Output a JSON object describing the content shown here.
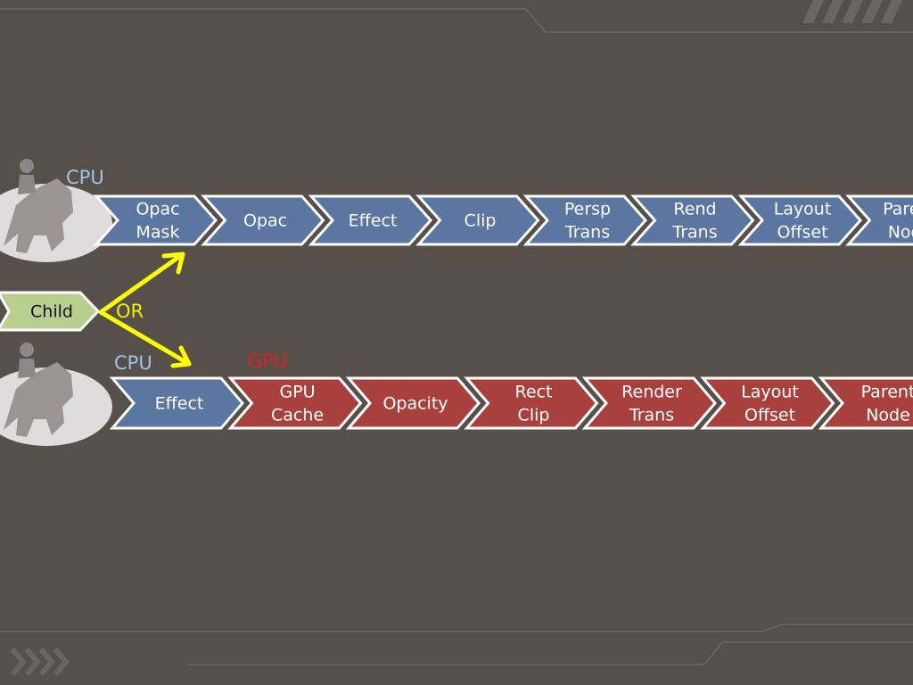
{
  "labels": {
    "cpu_top": "CPU",
    "cpu_bottom": "CPU",
    "gpu": "GPU",
    "or": "OR",
    "child": "Child"
  },
  "top_row": [
    {
      "lines": [
        "Opac",
        "Mask"
      ],
      "color": "#5b76a0"
    },
    {
      "lines": [
        "Opac"
      ],
      "color": "#5b76a0"
    },
    {
      "lines": [
        "Effect"
      ],
      "color": "#5b76a0"
    },
    {
      "lines": [
        "Clip"
      ],
      "color": "#5b76a0"
    },
    {
      "lines": [
        "Persp",
        "Trans"
      ],
      "color": "#5b76a0"
    },
    {
      "lines": [
        "Rend",
        "Trans"
      ],
      "color": "#5b76a0"
    },
    {
      "lines": [
        "Layout",
        "Offset"
      ],
      "color": "#5b76a0"
    },
    {
      "lines": [
        "Parent",
        "Node"
      ],
      "color": "#5b76a0"
    }
  ],
  "bottom_row": [
    {
      "lines": [
        "Effect"
      ],
      "color": "#5b76a0"
    },
    {
      "lines": [
        "GPU",
        "Cache"
      ],
      "color": "#a8413d"
    },
    {
      "lines": [
        "Opacity"
      ],
      "color": "#a8413d"
    },
    {
      "lines": [
        "Rect",
        "Clip"
      ],
      "color": "#a8413d"
    },
    {
      "lines": [
        "Render",
        "Trans"
      ],
      "color": "#a8413d"
    },
    {
      "lines": [
        "Layout",
        "Offset"
      ],
      "color": "#a8413d"
    },
    {
      "lines": [
        "Parent",
        "Node"
      ],
      "color": "#a8413d"
    }
  ],
  "colors": {
    "background": "#574f4a",
    "cpu_label": "#9fc4ea",
    "gpu_label": "#e02020",
    "or_label": "#f5f000",
    "arrow": "#ffff00",
    "child_fill": "#b9cf8f",
    "chevron_border": "#ffffff"
  }
}
